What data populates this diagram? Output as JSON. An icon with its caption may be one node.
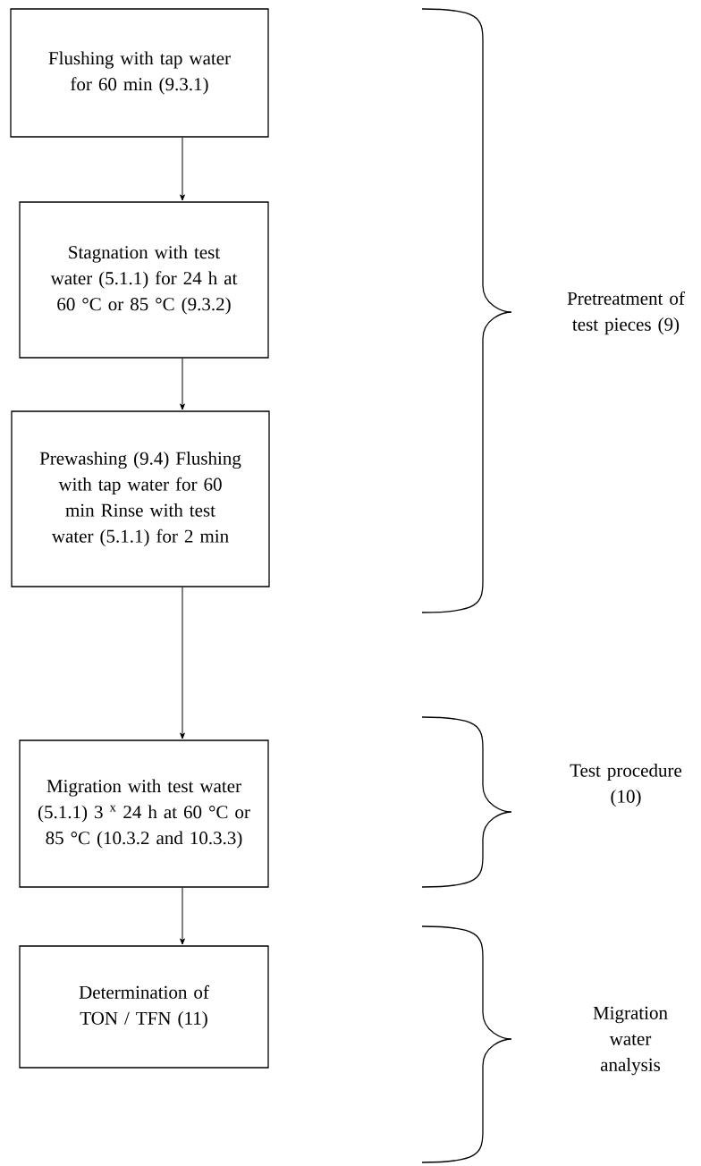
{
  "diagram": {
    "nodes": [
      {
        "text": [
          "Flushing with tap water for 60 min (9.3.1)"
        ]
      },
      {
        "text": [
          "Stagnation with test water (5.1.1) for 24 h at 60 °C or 85 °C (9.3.2)"
        ]
      },
      {
        "text": [
          "Prewashing (9.4) Flushing with tap water for 60 min Rinse with test water (5.1.1) for 2 min"
        ]
      },
      {
        "text": [
          "Migration with test water (5.1.1) 3 $^{x}$ 24 h at 60 °C or 85 °C (10.3.2 and 10.3.3)"
        ]
      },
      {
        "text": [
          "Determination of TON / TFN (11)"
        ]
      }
    ],
    "edges": [
      {
        "from": 0,
        "to": 1,
        "arrow": "to"
      },
      {
        "from": 1,
        "to": 2,
        "arrow": "to"
      },
      {
        "from": 2,
        "to": 3,
        "arrow": "to"
      },
      {
        "from": 3,
        "to": 4,
        "arrow": "to"
      }
    ],
    "labels": [
      "Pretreatment of test pieces (9)",
      "Test procedure (10)",
      "Migration water analysis"
    ]
  }
}
